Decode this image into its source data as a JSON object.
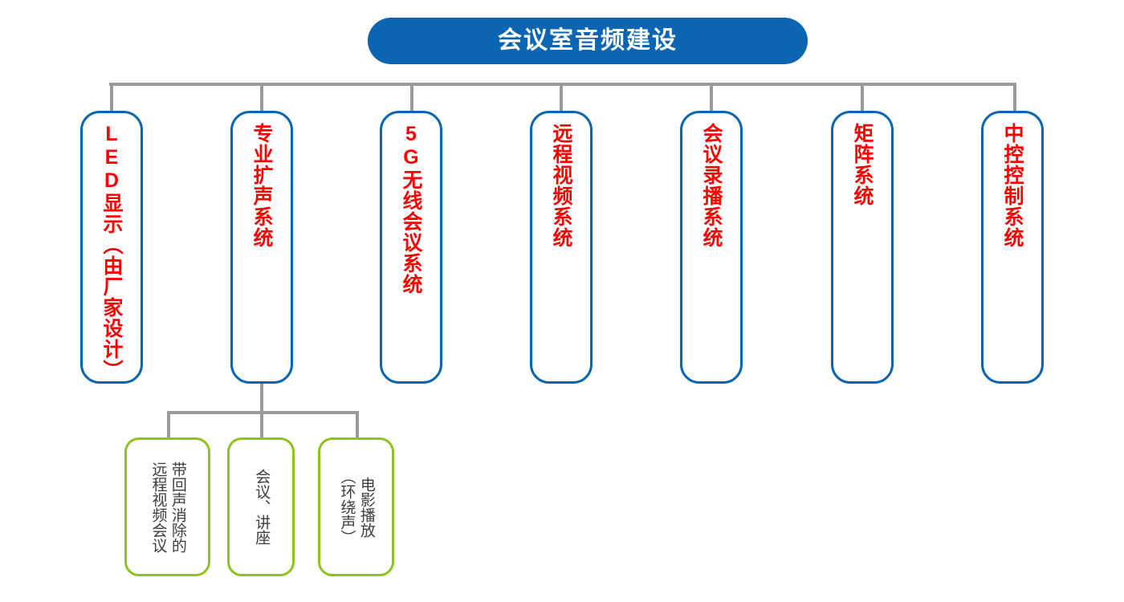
{
  "diagram": {
    "type": "organization-tree",
    "title_node": {
      "label": "会议室音频建设",
      "fill_color": "#0B65B2",
      "text_color": "#FFFFFF"
    },
    "connector_color": "#9A9A9A",
    "level1_border_color": "#0B65B2",
    "level1_text_color": "#FF0000",
    "level2_border_color": "#8DC21F",
    "level2_text_color": "#3D3D3D",
    "level1_nodes": [
      {
        "label": "LED显示（由厂家设计）"
      },
      {
        "label": "专业扩声系统"
      },
      {
        "label": "5G无线会议系统"
      },
      {
        "label": "远程视频系统"
      },
      {
        "label": "会议录播系统"
      },
      {
        "label": "矩阵系统"
      },
      {
        "label": "中控控制系统"
      }
    ],
    "level2_nodes": [
      {
        "line1": "带回声消除的",
        "line2": "远程视频会议"
      },
      {
        "line1": "会议、讲座",
        "line2": ""
      },
      {
        "line1": "电影播放",
        "line2": "（环绕声）"
      }
    ]
  }
}
